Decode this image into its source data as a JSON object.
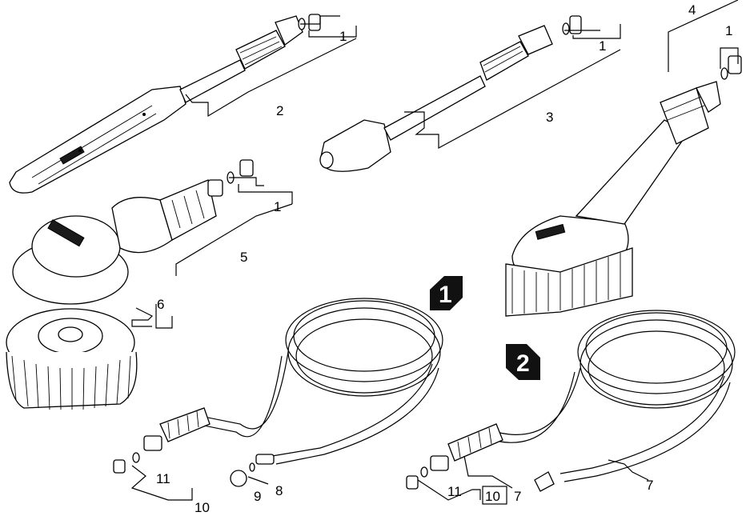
{
  "callouts": {
    "l1a": "1",
    "l1b": "1",
    "l1c": "1",
    "l1d": "1",
    "l2": "2",
    "l3": "3",
    "l4": "4",
    "l5": "5",
    "l6": "6",
    "l7a": "7",
    "l7b": "7",
    "l8": "8",
    "l9": "9",
    "l10a": "10",
    "l10b": "10",
    "l11a": "11",
    "l11b": "11"
  },
  "badges": {
    "b1": "1",
    "b2": "2"
  }
}
